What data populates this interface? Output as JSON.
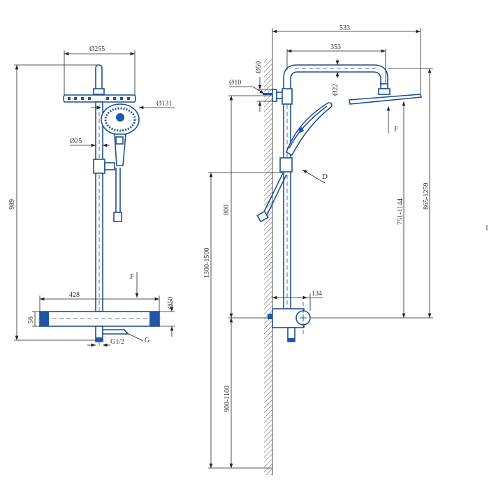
{
  "front_view": {
    "dims": {
      "head_diameter": "Ø255",
      "hand_shower_diameter": "Ø131",
      "pipe_diameter": "Ø25",
      "total_height": "989",
      "thermostat_width": "428",
      "thermostat_diameter": "Ø50",
      "thermostat_height": "56",
      "inlet_thread": "G1/2"
    },
    "labels": {
      "force": "F",
      "outlet": "G"
    }
  },
  "side_view": {
    "dims": {
      "total_depth": "533",
      "arm_reach": "353",
      "wall_bracket_diameter": "Ø50",
      "screw_diameter": "Ø10",
      "arm_diameter": "Ø22",
      "bracket_height": "800",
      "install_height": "1300-1500",
      "mixer_height": "900-1100",
      "mixer_depth": "134",
      "head_height_low": "751-1144",
      "head_height_high": "865-1259"
    },
    "labels": {
      "force": "F",
      "direction": "D"
    }
  },
  "colors": {
    "outline": "#1f4f8f",
    "fill_accent": "#1f56a8",
    "dimension": "#222222"
  }
}
